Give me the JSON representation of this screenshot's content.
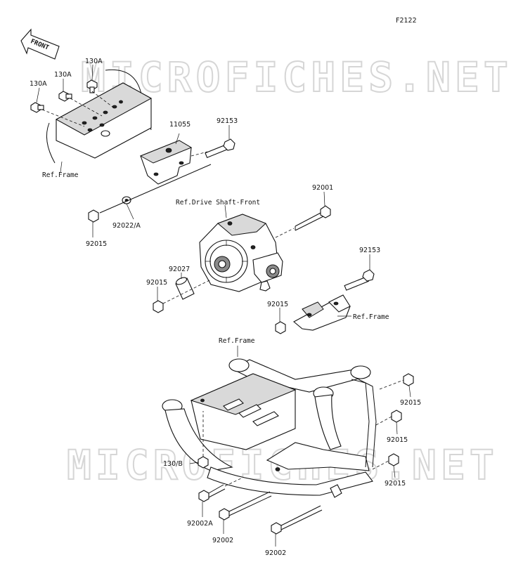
{
  "figure_code": "F2122",
  "front_arrow_text": "FRONT",
  "watermark": "MICROFICHES.NET",
  "labels": {
    "bolt_130A_left": "130A",
    "bolt_130A_mid": "130A",
    "bolt_130A_right": "130A",
    "bracket_11055": "11055",
    "bolt_92153_top": "92153",
    "ref_frame_top": "Ref.Frame",
    "washer_92022A": "92022/A",
    "nut_92015_top": "92015",
    "ref_drive_shaft": "Ref.Drive Shaft-Front",
    "bolt_92001": "92001",
    "bolt_92153_mid": "92153",
    "collar_92027": "92027",
    "nut_92015_left": "92015",
    "nut_92015_center": "92015",
    "ref_frame_mid": "Ref.Frame",
    "ref_frame_lower": "Ref.Frame",
    "nut_92015_r1": "92015",
    "nut_92015_r2": "92015",
    "nut_92015_r3": "92015",
    "bolt_130B": "130/B",
    "bolt_92002A": "92002A",
    "bolt_92002_mid": "92002",
    "bolt_92002_right": "92002"
  }
}
